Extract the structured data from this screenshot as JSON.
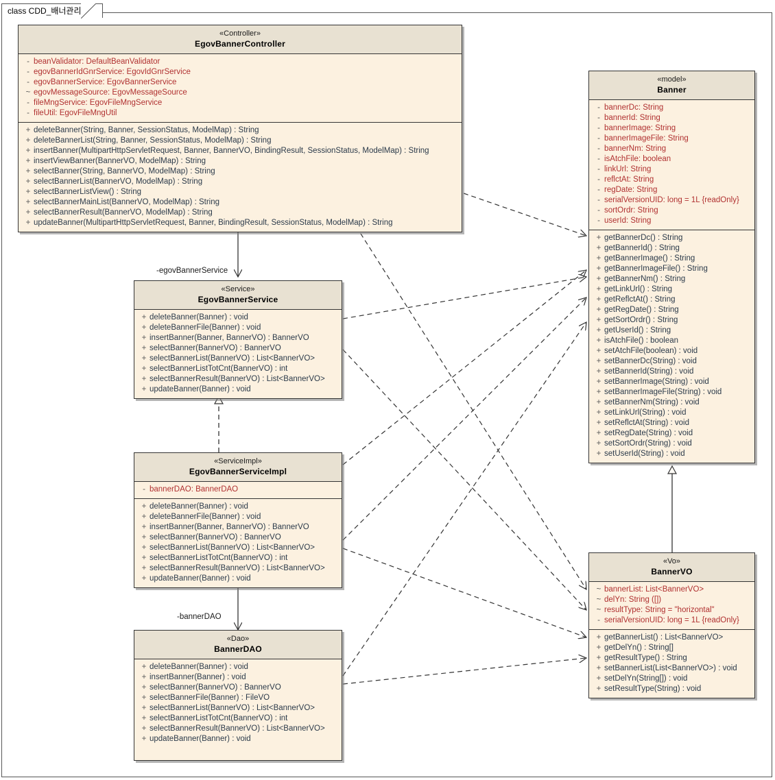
{
  "diagram": {
    "frame_title": "class CDD_배너관리"
  },
  "classes": [
    {
      "id": "controller",
      "stereotype": "«Controller»",
      "name": "EgovBannerController",
      "attributes": [
        {
          "vis": "-",
          "text": "beanValidator:  DefaultBeanValidator"
        },
        {
          "vis": "-",
          "text": "egovBannerIdGnrService:  EgovIdGnrService"
        },
        {
          "vis": "-",
          "text": "egovBannerService:  EgovBannerService"
        },
        {
          "vis": "~",
          "text": "egovMessageSource:  EgovMessageSource"
        },
        {
          "vis": "-",
          "text": "fileMngService:  EgovFileMngService"
        },
        {
          "vis": "-",
          "text": "fileUtil:  EgovFileMngUtil"
        }
      ],
      "operations": [
        {
          "vis": "+",
          "text": "deleteBanner(String, Banner, SessionStatus, ModelMap) : String"
        },
        {
          "vis": "+",
          "text": "deleteBannerList(String, Banner, SessionStatus, ModelMap) : String"
        },
        {
          "vis": "+",
          "text": "insertBanner(MultipartHttpServletRequest, Banner, BannerVO, BindingResult, SessionStatus, ModelMap) : String"
        },
        {
          "vis": "+",
          "text": "insertViewBanner(BannerVO, ModelMap) : String"
        },
        {
          "vis": "+",
          "text": "selectBanner(String, BannerVO, ModelMap) : String"
        },
        {
          "vis": "+",
          "text": "selectBannerList(BannerVO, ModelMap) : String"
        },
        {
          "vis": "+",
          "text": "selectBannerListView() : String"
        },
        {
          "vis": "+",
          "text": "selectBannerMainList(BannerVO, ModelMap) : String"
        },
        {
          "vis": "+",
          "text": "selectBannerResult(BannerVO, ModelMap) : String"
        },
        {
          "vis": "+",
          "text": "updateBanner(MultipartHttpServletRequest, Banner, BindingResult, SessionStatus, ModelMap) : String"
        }
      ]
    },
    {
      "id": "banner",
      "stereotype": "«model»",
      "name": "Banner",
      "attributes": [
        {
          "vis": "-",
          "text": "bannerDc:  String"
        },
        {
          "vis": "-",
          "text": "bannerId:  String"
        },
        {
          "vis": "-",
          "text": "bannerImage:  String"
        },
        {
          "vis": "-",
          "text": "bannerImageFile:  String"
        },
        {
          "vis": "-",
          "text": "bannerNm:  String"
        },
        {
          "vis": "-",
          "text": "isAtchFile:  boolean"
        },
        {
          "vis": "-",
          "text": "linkUrl:  String"
        },
        {
          "vis": "-",
          "text": "reflctAt:  String"
        },
        {
          "vis": "-",
          "text": "regDate:  String"
        },
        {
          "vis": "-",
          "text": "serialVersionUID:  long = 1L {readOnly}"
        },
        {
          "vis": "-",
          "text": "sortOrdr:  String"
        },
        {
          "vis": "-",
          "text": "userId:  String"
        }
      ],
      "operations": [
        {
          "vis": "+",
          "text": "getBannerDc() : String"
        },
        {
          "vis": "+",
          "text": "getBannerId() : String"
        },
        {
          "vis": "+",
          "text": "getBannerImage() : String"
        },
        {
          "vis": "+",
          "text": "getBannerImageFile() : String"
        },
        {
          "vis": "+",
          "text": "getBannerNm() : String"
        },
        {
          "vis": "+",
          "text": "getLinkUrl() : String"
        },
        {
          "vis": "+",
          "text": "getReflctAt() : String"
        },
        {
          "vis": "+",
          "text": "getRegDate() : String"
        },
        {
          "vis": "+",
          "text": "getSortOrdr() : String"
        },
        {
          "vis": "+",
          "text": "getUserId() : String"
        },
        {
          "vis": "+",
          "text": "isAtchFile() : boolean"
        },
        {
          "vis": "+",
          "text": "setAtchFile(boolean) : void"
        },
        {
          "vis": "+",
          "text": "setBannerDc(String) : void"
        },
        {
          "vis": "+",
          "text": "setBannerId(String) : void"
        },
        {
          "vis": "+",
          "text": "setBannerImage(String) : void"
        },
        {
          "vis": "+",
          "text": "setBannerImageFile(String) : void"
        },
        {
          "vis": "+",
          "text": "setBannerNm(String) : void"
        },
        {
          "vis": "+",
          "text": "setLinkUrl(String) : void"
        },
        {
          "vis": "+",
          "text": "setReflctAt(String) : void"
        },
        {
          "vis": "+",
          "text": "setRegDate(String) : void"
        },
        {
          "vis": "+",
          "text": "setSortOrdr(String) : void"
        },
        {
          "vis": "+",
          "text": "setUserId(String) : void"
        }
      ]
    },
    {
      "id": "service",
      "stereotype": "«Service»",
      "name": "EgovBannerService",
      "attributes": [],
      "operations": [
        {
          "vis": "+",
          "text": "deleteBanner(Banner) : void"
        },
        {
          "vis": "+",
          "text": "deleteBannerFile(Banner) : void"
        },
        {
          "vis": "+",
          "text": "insertBanner(Banner, BannerVO) : BannerVO"
        },
        {
          "vis": "+",
          "text": "selectBanner(BannerVO) : BannerVO"
        },
        {
          "vis": "+",
          "text": "selectBannerList(BannerVO) : List<BannerVO>"
        },
        {
          "vis": "+",
          "text": "selectBannerListTotCnt(BannerVO) : int"
        },
        {
          "vis": "+",
          "text": "selectBannerResult(BannerVO) : List<BannerVO>"
        },
        {
          "vis": "+",
          "text": "updateBanner(Banner) : void"
        }
      ]
    },
    {
      "id": "serviceimpl",
      "stereotype": "«ServiceImpl»",
      "name": "EgovBannerServiceImpl",
      "attributes": [
        {
          "vis": "-",
          "text": "bannerDAO:  BannerDAO"
        }
      ],
      "operations": [
        {
          "vis": "+",
          "text": "deleteBanner(Banner) : void"
        },
        {
          "vis": "+",
          "text": "deleteBannerFile(Banner) : void"
        },
        {
          "vis": "+",
          "text": "insertBanner(Banner, BannerVO) : BannerVO"
        },
        {
          "vis": "+",
          "text": "selectBanner(BannerVO) : BannerVO"
        },
        {
          "vis": "+",
          "text": "selectBannerList(BannerVO) : List<BannerVO>"
        },
        {
          "vis": "+",
          "text": "selectBannerListTotCnt(BannerVO) : int"
        },
        {
          "vis": "+",
          "text": "selectBannerResult(BannerVO) : List<BannerVO>"
        },
        {
          "vis": "+",
          "text": "updateBanner(Banner) : void"
        }
      ]
    },
    {
      "id": "dao",
      "stereotype": "«Dao»",
      "name": "BannerDAO",
      "attributes": [],
      "operations": [
        {
          "vis": "+",
          "text": "deleteBanner(Banner) : void"
        },
        {
          "vis": "+",
          "text": "insertBanner(Banner) : void"
        },
        {
          "vis": "+",
          "text": "selectBanner(BannerVO) : BannerVO"
        },
        {
          "vis": "+",
          "text": "selectBannerFile(Banner) : FileVO"
        },
        {
          "vis": "+",
          "text": "selectBannerList(BannerVO) : List<BannerVO>"
        },
        {
          "vis": "+",
          "text": "selectBannerListTotCnt(BannerVO) : int"
        },
        {
          "vis": "+",
          "text": "selectBannerResult(BannerVO) : List<BannerVO>"
        },
        {
          "vis": "+",
          "text": "updateBanner(Banner) : void"
        }
      ]
    },
    {
      "id": "vo",
      "stereotype": "«Vo»",
      "name": "BannerVO",
      "attributes": [
        {
          "vis": "~",
          "text": "bannerList:  List<BannerVO>"
        },
        {
          "vis": "~",
          "text": "delYn:  String ([])"
        },
        {
          "vis": "~",
          "text": "resultType:  String = \"horizontal\""
        },
        {
          "vis": "-",
          "text": "serialVersionUID:  long = 1L {readOnly}"
        }
      ],
      "operations": [
        {
          "vis": "+",
          "text": "getBannerList() : List<BannerVO>"
        },
        {
          "vis": "+",
          "text": "getDelYn() : String[]"
        },
        {
          "vis": "+",
          "text": "getResultType() : String"
        },
        {
          "vis": "+",
          "text": "setBannerList(List<BannerVO>) : void"
        },
        {
          "vis": "+",
          "text": "setDelYn(String[]) : void"
        },
        {
          "vis": "+",
          "text": "setResultType(String) : void"
        }
      ]
    }
  ],
  "link_labels": [
    {
      "id": "label-egov-banner-service",
      "text": "-egovBannerService"
    },
    {
      "id": "label-banner-dao",
      "text": "-bannerDAO"
    }
  ],
  "colors": {
    "class_fill": "#fcf1e0",
    "class_header_fill": "#e8e1d2",
    "border": "#333333",
    "attribute_text": "#b03030",
    "operation_text": "#2b3a4a",
    "connector": "#333333",
    "background": "#ffffff"
  }
}
